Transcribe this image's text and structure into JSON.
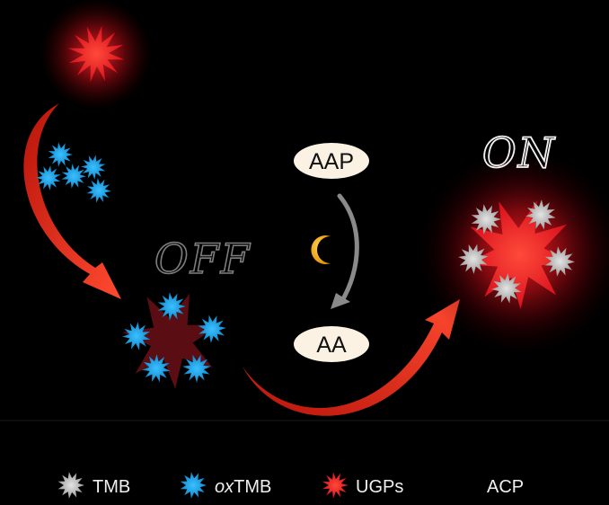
{
  "states": {
    "off": "OFF",
    "on": "ON"
  },
  "reaction": {
    "substrate": "AAP",
    "product": "AA",
    "enzyme_icon": "moon-crescent-icon"
  },
  "legend": [
    {
      "id": "tmb",
      "prefix": "",
      "label": "TMB",
      "icon": "gray-spiky-star-icon",
      "color": "#cfcfcf"
    },
    {
      "id": "oxtmb",
      "prefix": "ox",
      "label": "TMB",
      "icon": "blue-spiky-star-icon",
      "color": "#1ea3e6"
    },
    {
      "id": "ugps",
      "prefix": "",
      "label": "UGPs",
      "icon": "red-spiky-star-icon",
      "color": "#e0202a"
    },
    {
      "id": "acp",
      "prefix": "",
      "label": "ACP",
      "icon": "crescent-icon",
      "color": "#f5a800"
    }
  ],
  "colors": {
    "background": "#000000",
    "red": "#e3202b",
    "blue": "#1ea3e6",
    "gray": "#c8c8c8",
    "crescent": "#f5a800",
    "arrow": "#ff3b2f"
  }
}
